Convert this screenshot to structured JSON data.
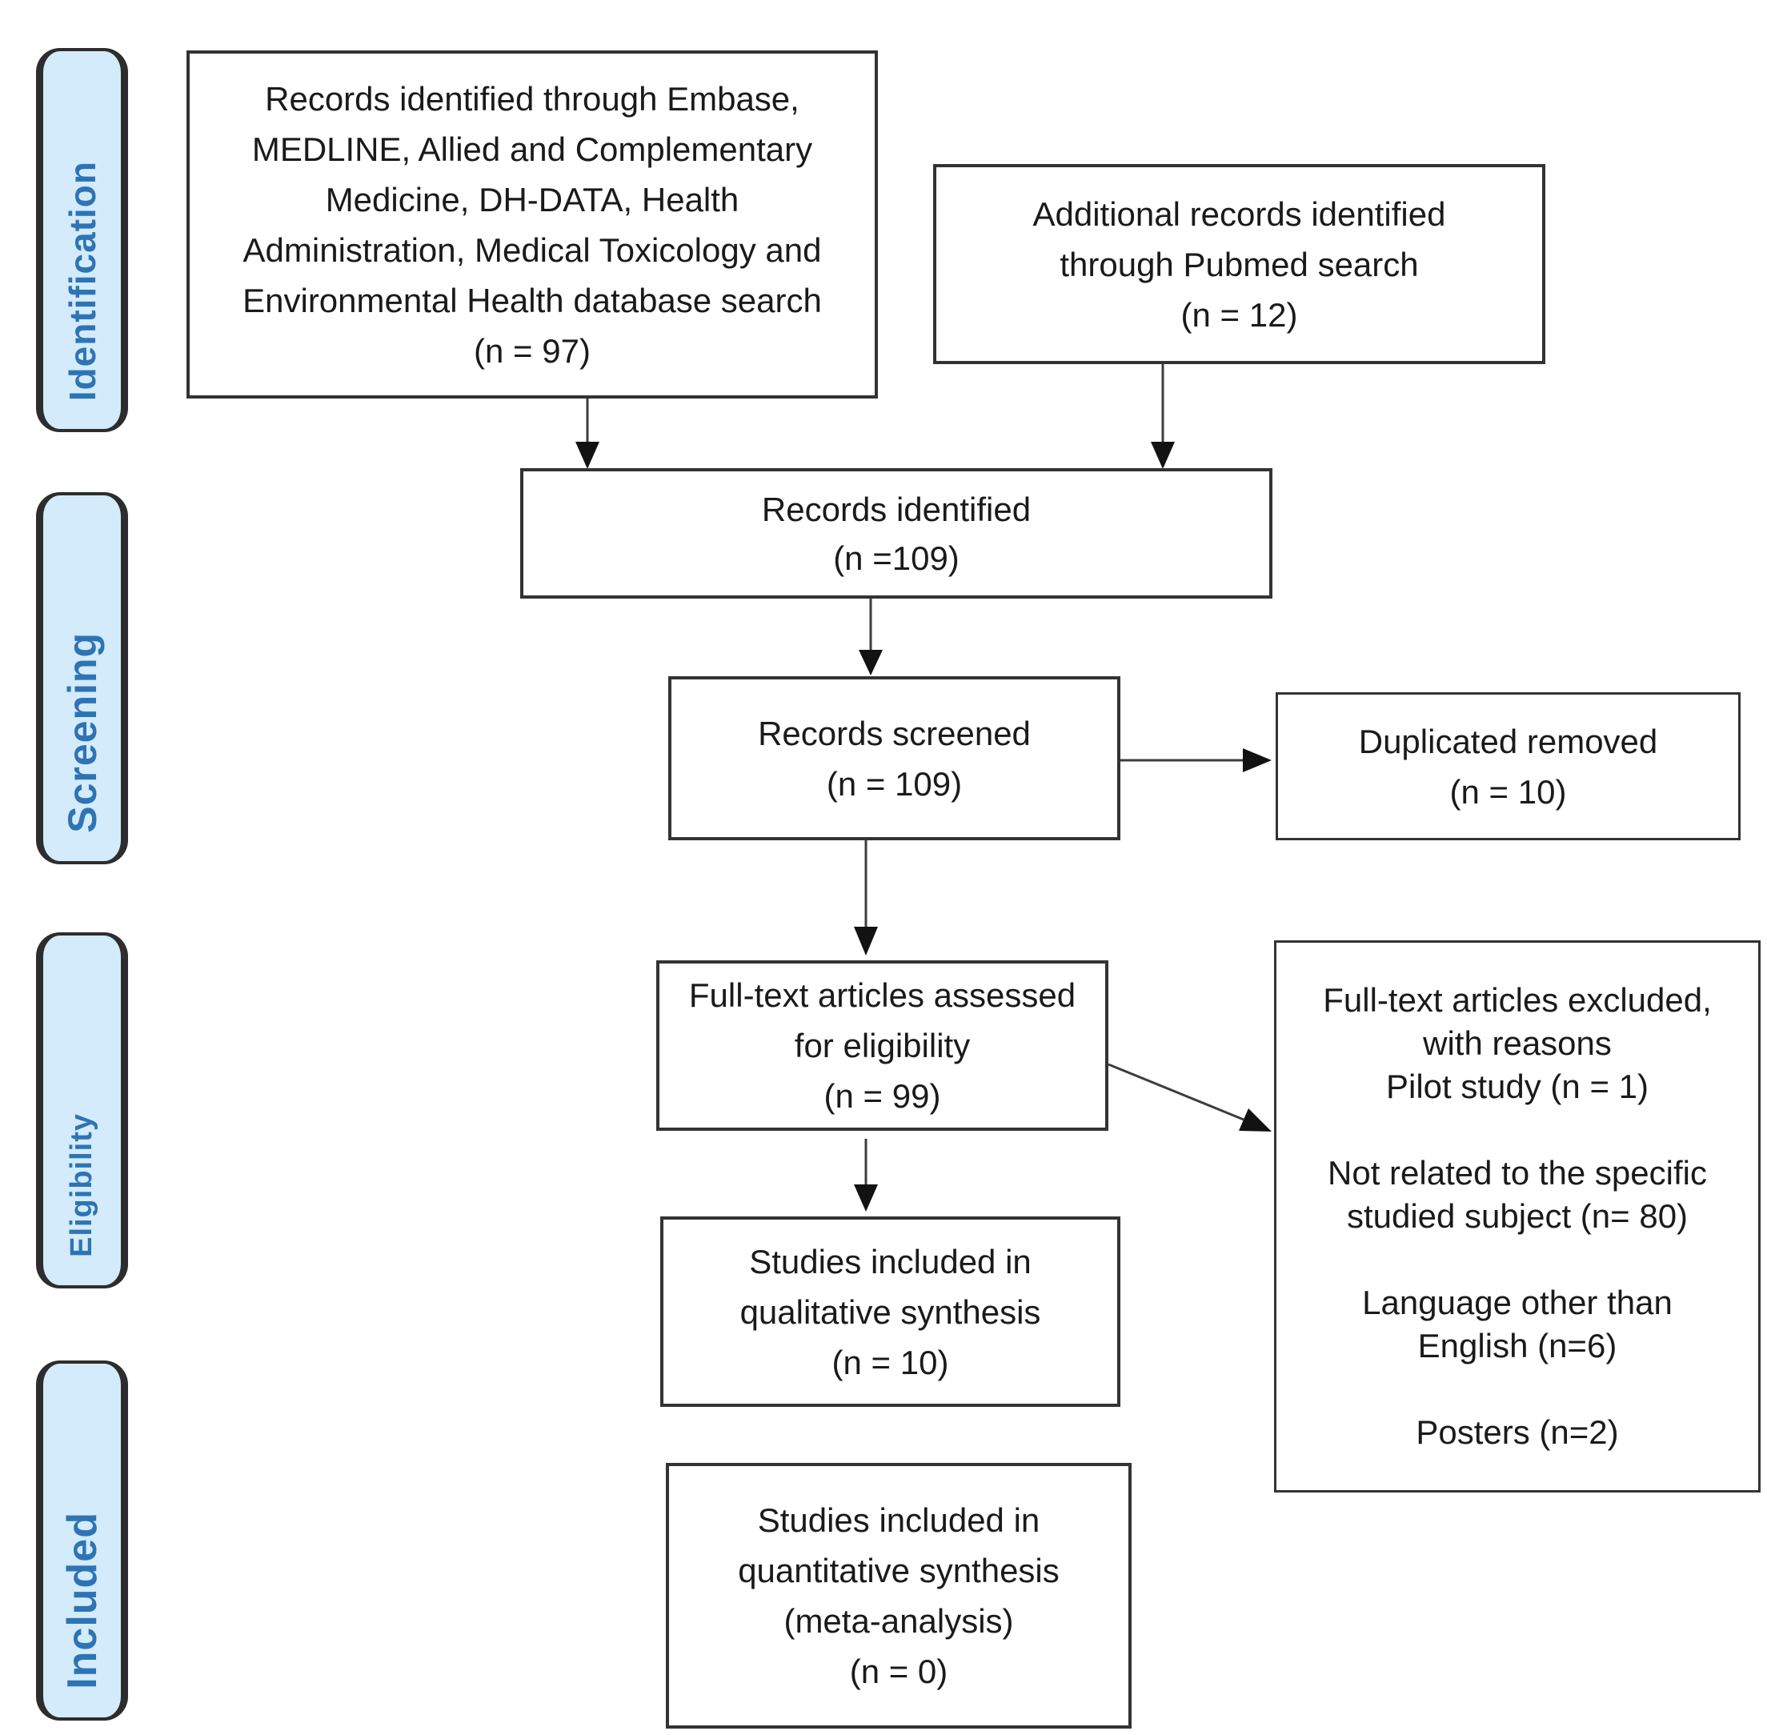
{
  "sidebar": {
    "items": [
      {
        "label": "Identification"
      },
      {
        "label": "Screening"
      },
      {
        "label": "Eligibility"
      },
      {
        "label": "Included"
      }
    ]
  },
  "boxes": {
    "database_search": {
      "text": "Records identified through Embase,\nMEDLINE, Allied and Complementary\nMedicine, DH-DATA, Health\nAdministration, Medical Toxicology and\nEnvironmental Health database search\n(n = 97)"
    },
    "pubmed_search": {
      "text": "Additional records identified\nthrough Pubmed search\n(n = 12)"
    },
    "records_identified": {
      "text": "Records identified\n(n =109)"
    },
    "records_screened": {
      "text": "Records screened\n(n = 109)"
    },
    "duplicates_removed": {
      "text": "Duplicated removed\n(n = 10)"
    },
    "fulltext_assessed": {
      "text": "Full-text articles assessed\nfor eligibility\n(n = 99)"
    },
    "fulltext_excluded": {
      "text": "Full-text articles excluded,\nwith reasons\nPilot study (n = 1)\n\nNot related to the specific\nstudied subject (n= 80)\n\nLanguage other than\nEnglish (n=6)\n\nPosters (n=2)"
    },
    "qualitative_synthesis": {
      "text": "Studies included in\nqualitative synthesis\n(n = 10)"
    },
    "quantitative_synthesis": {
      "text": "Studies included in\nquantitative synthesis\n(meta-analysis)\n(n = 0)"
    }
  },
  "colors": {
    "sidebar_fill": "#d3ebfa",
    "sidebar_text": "#2e74b5",
    "box_border": "#333333",
    "arrow": "#3d3d3d",
    "arrow_head": "#121212"
  }
}
